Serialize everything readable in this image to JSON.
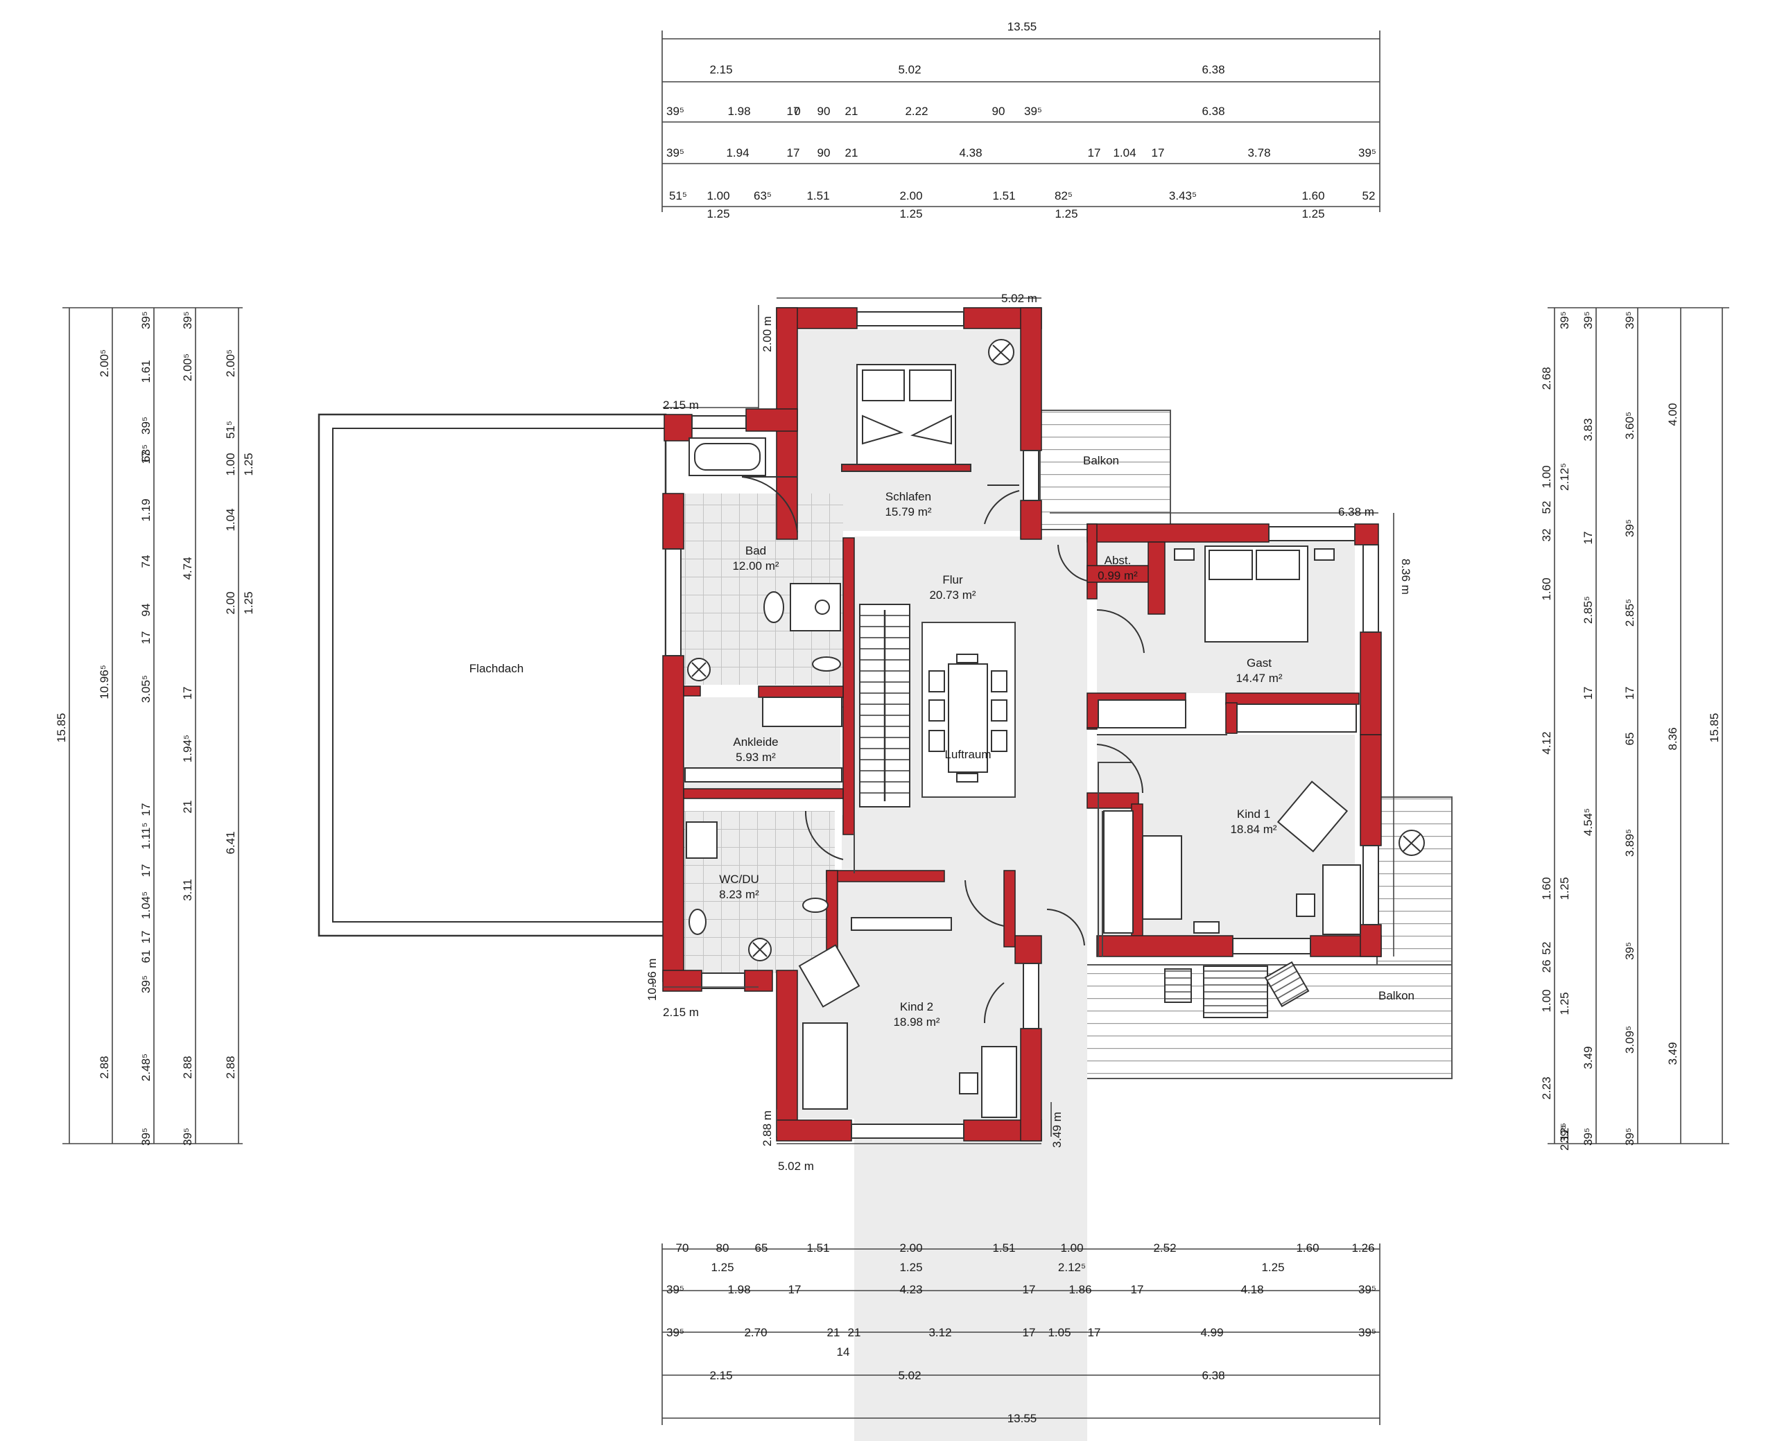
{
  "colors": {
    "wall": "#c0282e",
    "floor": "#ececec",
    "tile_line": "#c4c4c4",
    "line": "#3a3a3a",
    "text": "#1a1a1a",
    "background": "#ffffff"
  },
  "rooms": [
    {
      "name": "Schlafen",
      "area": "15.79 m²"
    },
    {
      "name": "Bad",
      "area": "12.00 m²"
    },
    {
      "name": "Flur",
      "area": "20.73 m²"
    },
    {
      "name": "Abst.",
      "area": "0.99 m²"
    },
    {
      "name": "Gast",
      "area": "14.47 m²"
    },
    {
      "name": "Ankleide",
      "area": "5.93 m²"
    },
    {
      "name": "Kind 1",
      "area": "18.84 m²"
    },
    {
      "name": "WC/DU",
      "area": "8.23 m²"
    },
    {
      "name": "Kind 2",
      "area": "18.98 m²"
    }
  ],
  "areas": {
    "flachdach": "Flachdach",
    "luftraum": "Luftraum",
    "balkon_top": "Balkon",
    "balkon_bottom": "Balkon"
  },
  "wall_lengths": [
    "5.02 m",
    "2.00 m",
    "2.15 m",
    "6.38 m",
    "8.36 m",
    "10.96 m",
    "2.15 m",
    "2.88 m",
    "5.02 m",
    "3.49 m"
  ],
  "top_dims": {
    "total": "13.55",
    "row1": [
      "2.15",
      "5.02",
      "6.38"
    ],
    "row2": [
      "39⁵",
      "1.98",
      "17",
      "0",
      "90",
      "21",
      "2.22",
      "90",
      "39⁵",
      "6.38"
    ],
    "row3": [
      "39⁵",
      "1.94",
      "17",
      "90",
      "21",
      "4.38",
      "17",
      "1.04",
      "17",
      "3.78",
      "39⁵"
    ],
    "row4": [
      "51⁵",
      "1.00",
      "63⁵",
      "1.51",
      "2.00",
      "1.51",
      "82⁵",
      "3.43⁵",
      "1.60",
      "52"
    ],
    "row4b": [
      "1.25",
      "1.25",
      "1.25",
      "1.25"
    ]
  },
  "bottom_dims": {
    "row1": [
      "70",
      "80",
      "65",
      "1.51",
      "2.00",
      "1.51",
      "1.00",
      "2.52",
      "1.60",
      "1.26"
    ],
    "row1b": [
      "1.25",
      "1.25",
      "2.12⁵",
      "1.25"
    ],
    "row2": [
      "39⁵",
      "1.98",
      "17",
      "4.23",
      "17",
      "1.86",
      "17",
      "4.18",
      "39⁵"
    ],
    "row3": [
      "39⁵",
      "2.70",
      "21",
      "21",
      "3.12",
      "17",
      "1.05",
      "17",
      "4.99",
      "39⁵"
    ],
    "row3b": [
      "14"
    ],
    "row4": [
      "2.15",
      "5.02",
      "6.38"
    ],
    "total": "13.55"
  },
  "left_dims": {
    "col_total": "15.85",
    "col_a": [
      "2.00⁵",
      "10.96⁵",
      "2.88"
    ],
    "col_b": [
      "39⁵",
      "1.61",
      "39⁵",
      "17",
      "63⁵",
      "1.19",
      "74",
      "94",
      "17",
      "3.05⁵",
      "17",
      "1.11⁵",
      "17",
      "1.04⁵",
      "17",
      "61",
      "39⁵",
      "2.48⁵",
      "39⁵"
    ],
    "col_c": [
      "39⁵",
      "2.00⁵",
      "4.74",
      "17",
      "1.94⁵",
      "21",
      "3.11",
      "2.88",
      "39⁵"
    ],
    "col_d": [
      "2.00⁵",
      "51⁵",
      "1.00",
      "1.04",
      "2.00",
      "6.41",
      "2.88"
    ],
    "col_e": [
      "1.25",
      "1.25"
    ]
  },
  "right_dims": {
    "col_a": [
      "2.68",
      "1.00",
      "52",
      "32",
      "1.60",
      "4.12",
      "1.60",
      "52",
      "26",
      "1.00",
      "2.23"
    ],
    "col_b": [
      "39⁵",
      "2.12⁵",
      "1.25",
      "1.25",
      "2.12⁵",
      "39⁵"
    ],
    "col_c": [
      "39⁵",
      "3.83",
      "17",
      "2.85⁵",
      "17",
      "4.54⁵",
      "3.49",
      "39⁵"
    ],
    "col_d": [
      "39⁵",
      "3.60⁵",
      "39⁵",
      "2.85⁵",
      "17",
      "65",
      "3.89⁵",
      "39⁵",
      "3.09⁵",
      "39⁵"
    ],
    "col_e": [
      "4.00",
      "8.36",
      "3.49"
    ],
    "col_total": "15.85"
  }
}
